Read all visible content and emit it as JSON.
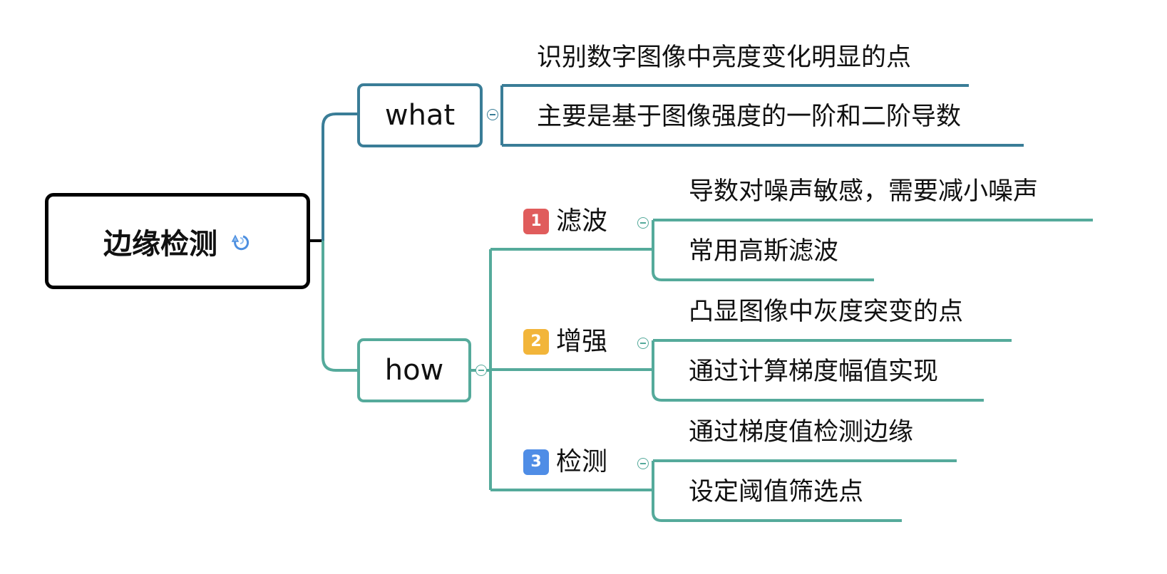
{
  "mindmap": {
    "root": {
      "label": "边缘检测",
      "icon": "redo-arrow-icon",
      "icon_color": "#4d8fe0"
    },
    "branches": [
      {
        "label": "what",
        "color": "#3a7d97",
        "leaves": [
          "识别数字图像中亮度变化明显的点",
          "主要是基于图像强度的一阶和二阶导数"
        ]
      },
      {
        "label": "how",
        "color": "#55aa9b",
        "steps": [
          {
            "badge": "1",
            "badge_color": "#e05c5c",
            "label": "滤波",
            "leaves": [
              "导数对噪声敏感，需要减小噪声",
              "常用高斯滤波"
            ]
          },
          {
            "badge": "2",
            "badge_color": "#f2b53a",
            "label": "增强",
            "leaves": [
              "凸显图像中灰度突变的点",
              "通过计算梯度幅值实现"
            ]
          },
          {
            "badge": "3",
            "badge_color": "#4f8de6",
            "label": "检测",
            "leaves": [
              "通过梯度值检测边缘",
              "设定阈值筛选点"
            ]
          }
        ]
      }
    ]
  }
}
